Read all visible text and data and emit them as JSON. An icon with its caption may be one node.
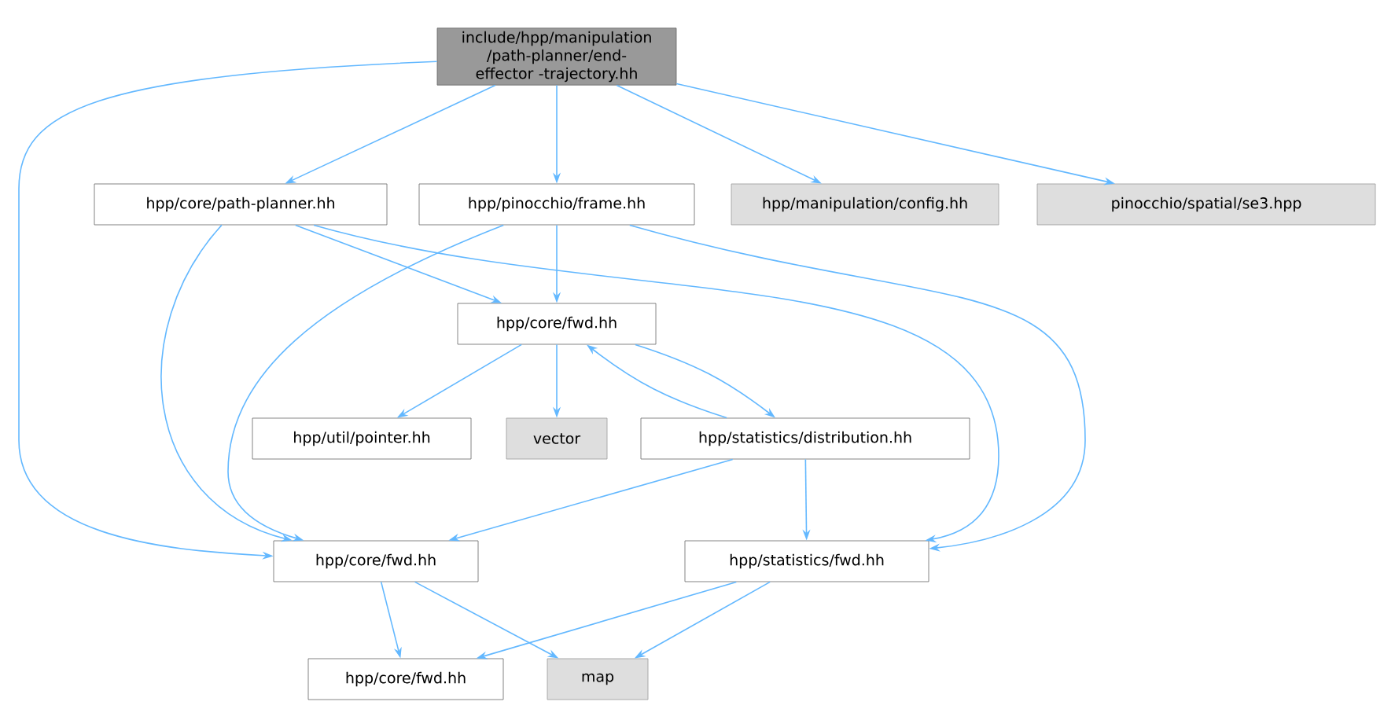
{
  "diagram": {
    "nodes": [
      {
        "text": [
          "include/hpp/manipulation /path-planner/end-effector -trajectory.hh"
        ]
      },
      {
        "text": [
          "hpp/core/path-planner.hh"
        ]
      },
      {
        "text": [
          "hpp/pinocchio/frame.hh"
        ]
      },
      {
        "text": [
          "hpp/manipulation/config.hh"
        ]
      },
      {
        "text": [
          "pinocchio/spatial/se3.hpp"
        ]
      },
      {
        "text": [
          "hpp/core/fwd.hh"
        ]
      },
      {
        "text": [
          "hpp/util/pointer.hh"
        ]
      },
      {
        "text": [
          "vector"
        ]
      },
      {
        "text": [
          "hpp/statistics/distribution.hh"
        ]
      },
      {
        "text": [
          "hpp/core/fwd.hh"
        ]
      },
      {
        "text": [
          "hpp/statistics/fwd.hh"
        ]
      },
      {
        "text": [
          "hpp/core/fwd.hh"
        ]
      },
      {
        "text": [
          "map"
        ]
      }
    ],
    "edges": [
      {
        "from": 0,
        "to": 1,
        "arrow": "to"
      },
      {
        "from": 0,
        "to": 9,
        "arrow": "to"
      },
      {
        "from": 0,
        "to": 2,
        "arrow": "to"
      },
      {
        "from": 0,
        "to": 3,
        "arrow": "to"
      },
      {
        "from": 0,
        "to": 4,
        "arrow": "to"
      },
      {
        "from": 1,
        "to": 5,
        "arrow": "to"
      },
      {
        "from": 1,
        "to": 9,
        "arrow": "to"
      },
      {
        "from": 1,
        "to": 10,
        "arrow": "to"
      },
      {
        "from": 2,
        "to": 5,
        "arrow": "to"
      },
      {
        "from": 2,
        "to": 9,
        "arrow": "to"
      },
      {
        "from": 2,
        "to": 10,
        "arrow": "to"
      },
      {
        "from": 5,
        "to": 6,
        "arrow": "to"
      },
      {
        "from": 5,
        "to": 7,
        "arrow": "to"
      },
      {
        "from": 5,
        "to": 8,
        "arrow": "to"
      },
      {
        "from": 8,
        "to": 5,
        "arrow": "to"
      },
      {
        "from": 8,
        "to": 9,
        "arrow": "to"
      },
      {
        "from": 8,
        "to": 10,
        "arrow": "to"
      },
      {
        "from": 9,
        "to": 11,
        "arrow": "to"
      },
      {
        "from": 9,
        "to": 12,
        "arrow": "to"
      },
      {
        "from": 10,
        "to": 11,
        "arrow": "to"
      },
      {
        "from": 10,
        "to": 12,
        "arrow": "to"
      }
    ]
  }
}
